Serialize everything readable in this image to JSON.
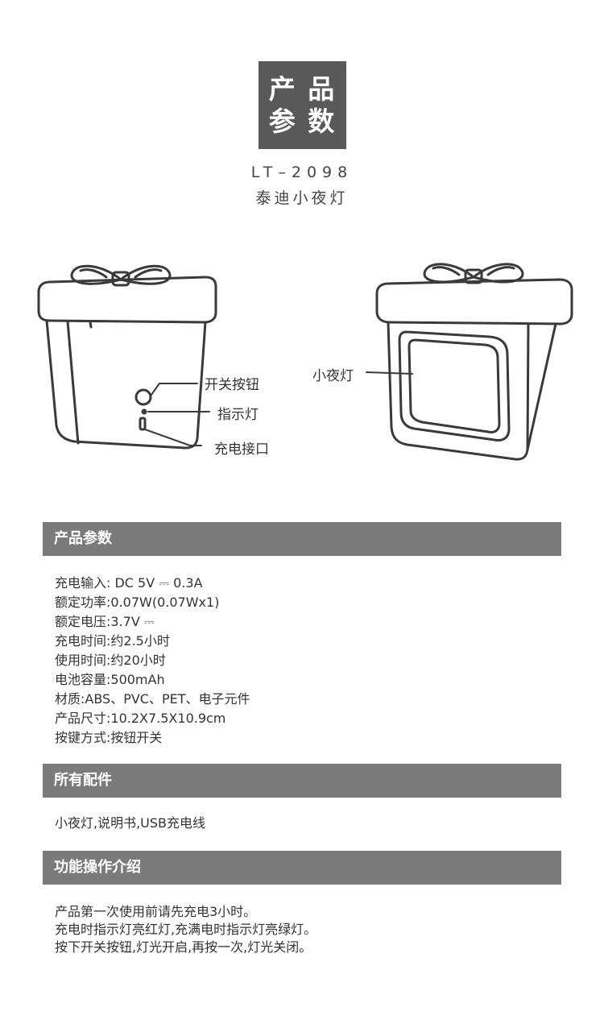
{
  "badge": {
    "line1": "产 品",
    "line2": "参 数"
  },
  "model": "LT–2098",
  "product_name": "泰迪小夜灯",
  "callouts": {
    "switch": "开关按钮",
    "indicator": "指示灯",
    "charge_port": "充电接口",
    "night_light": "小夜灯"
  },
  "sections": {
    "specs": {
      "title": "产品参数",
      "items": [
        "充电输入: DC 5V ⎓ 0.3A",
        "额定功率:0.07W(0.07Wx1)",
        "额定电压:3.7V ⎓",
        "充电时间:约2.5小时",
        "使用时间:约20小时",
        "电池容量:500mAh",
        "材质:ABS、PVC、PET、电子元件",
        "产品尺寸:10.2X7.5X10.9cm",
        "按键方式:按钮开关"
      ]
    },
    "accessories": {
      "title": "所有配件",
      "text": "小夜灯,说明书,USB充电线"
    },
    "operation": {
      "title": "功能操作介绍",
      "items": [
        "产品第一次使用前请先充电3小时。",
        "充电时指示灯亮红灯,充满电时指示灯亮绿灯。",
        "按下开关按钮,灯光开启,再按一次,灯光关闭。"
      ]
    }
  },
  "colors": {
    "badge_bg": "#595959",
    "section_bar_bg": "#7b7b7b",
    "line_art": "#3a3a3a"
  }
}
